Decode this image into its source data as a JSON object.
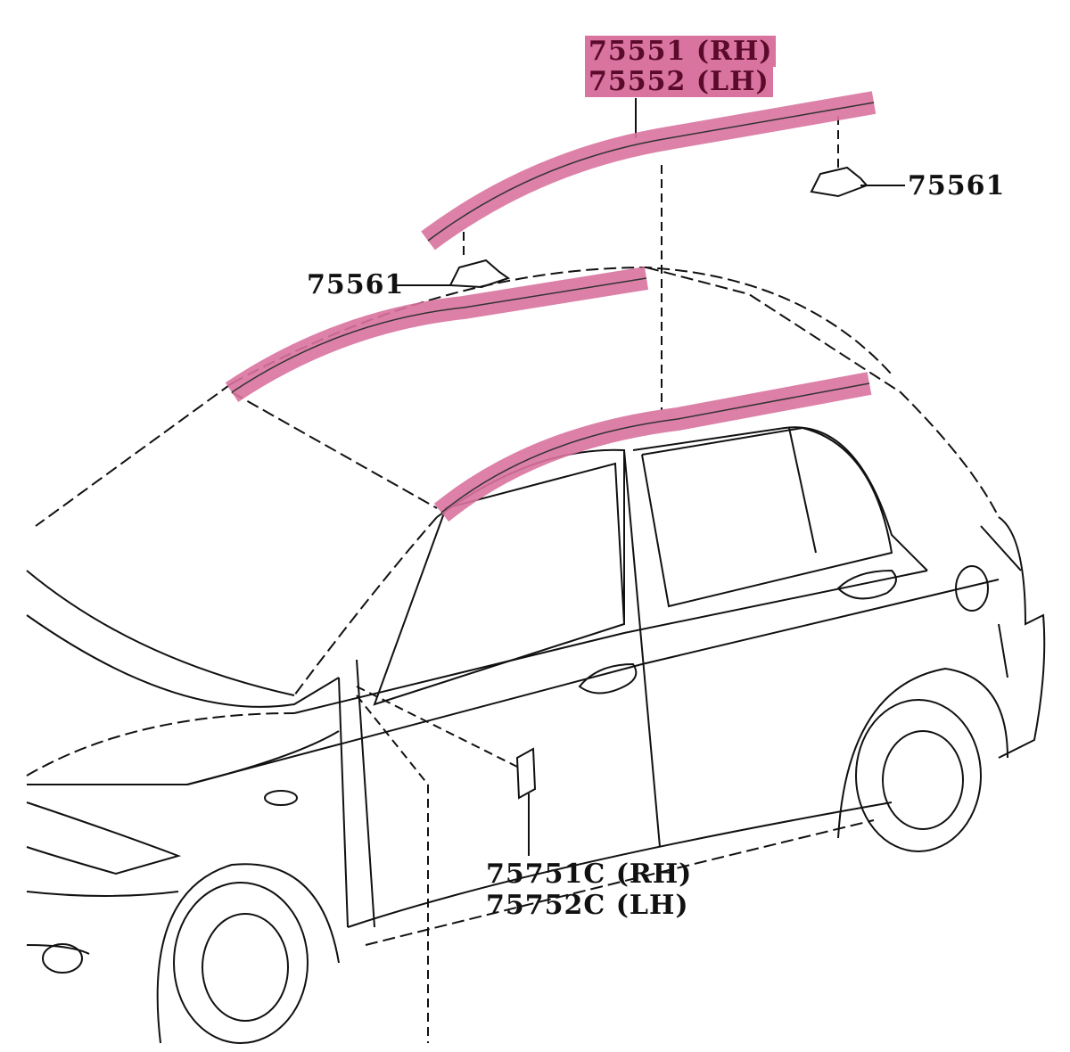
{
  "highlight_color": "#d9739f",
  "labels": {
    "molding_rh": "75551 (RH)",
    "molding_lh": "75552 (LH)",
    "clip_right": "75561",
    "clip_left": "75561",
    "plate_rh": "75751C (RH)",
    "plate_lh": "75752C (LH)"
  }
}
